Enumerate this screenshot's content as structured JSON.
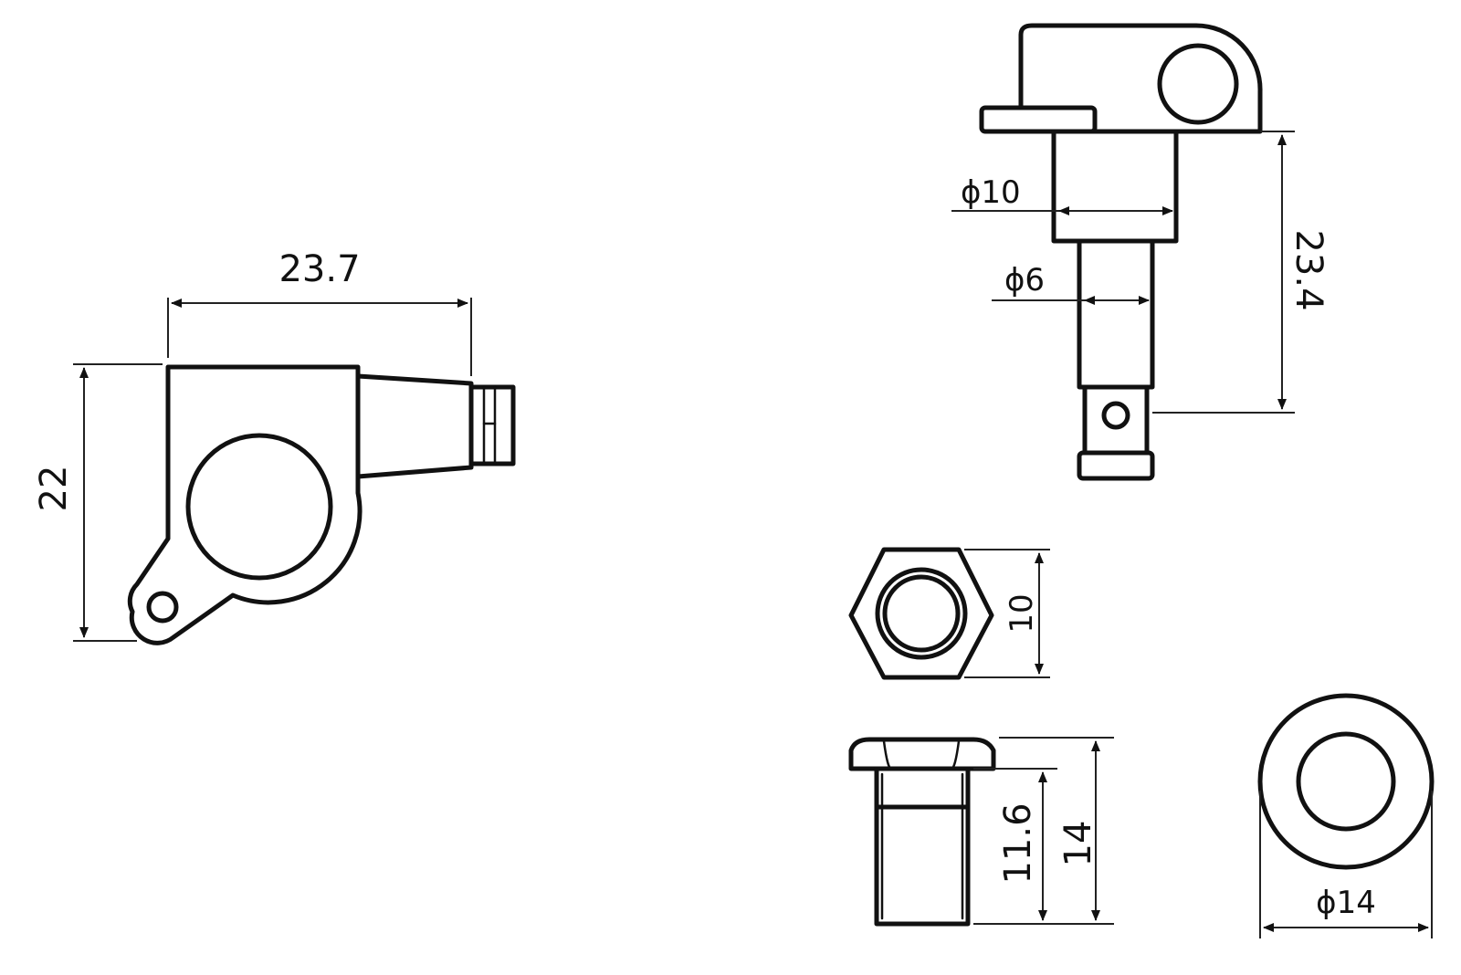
{
  "dimensions": {
    "body_width": "23.7",
    "body_height": "22",
    "post_length": "23.4",
    "bushing_diameter": "ϕ10",
    "post_diameter": "ϕ6",
    "nut_across_flats": "10",
    "bushing_shaft_length": "11.6",
    "bushing_total_length": "14",
    "washer_diameter": "ϕ14"
  },
  "colors": {
    "line": "#111111",
    "background": "#ffffff"
  }
}
